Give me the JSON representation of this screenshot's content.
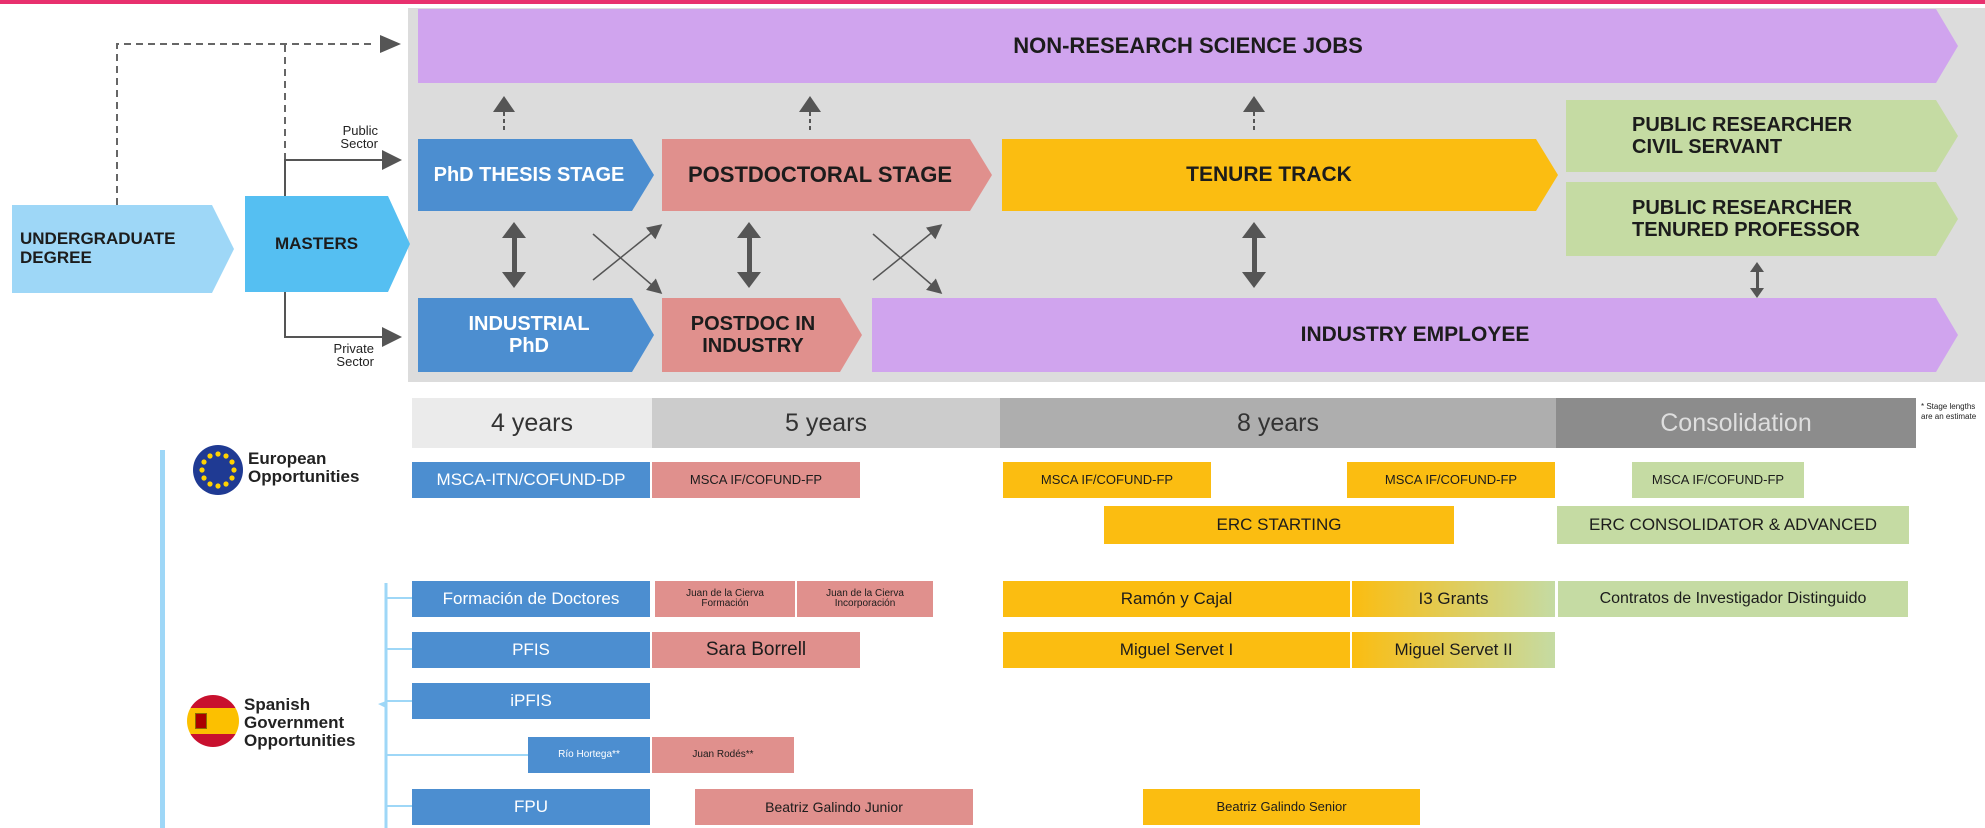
{
  "flow": {
    "undergraduate": "UNDERGRADUATE DEGREE",
    "masters": "MASTERS",
    "public_sector": "Public Sector",
    "private_sector": "Private Sector",
    "non_research": "NON-RESEARCH SCIENCE JOBS",
    "phd_thesis": "PhD THESIS STAGE",
    "postdoctoral": "POSTDOCTORAL STAGE",
    "tenure_track": "TENURE TRACK",
    "public_civil": "PUBLIC RESEARCHER CIVIL SERVANT",
    "public_tenured": "PUBLIC RESEARCHER TENURED PROFESSOR",
    "industrial_phd": "INDUSTRIAL PhD",
    "postdoc_industry": "POSTDOC IN INDUSTRY",
    "industry_employee": "INDUSTRY EMPLOYEE"
  },
  "durations": [
    "4 years",
    "5 years",
    "8 years",
    "Consolidation"
  ],
  "note": "* Stage lengths are an estimate",
  "european": {
    "label": "European Opportunities",
    "icon": "eu-flag-icon",
    "items": [
      "MSCA-ITN/COFUND-DP",
      "MSCA IF/COFUND-FP",
      "MSCA IF/COFUND-FP",
      "MSCA IF/COFUND-FP",
      "MSCA IF/COFUND-FP",
      "ERC STARTING",
      "ERC CONSOLIDATOR & ADVANCED"
    ]
  },
  "spanish": {
    "label": "Spanish Government Opportunities",
    "icon": "spain-flag-icon",
    "items": [
      "Formación de Doctores",
      "Juan de la Cierva Formación",
      "Juan de la Cierva Incorporación",
      "Ramón y Cajal",
      "I3 Grants",
      "Contratos de Investigador Distinguido",
      "PFIS",
      "Sara Borrell",
      "Miguel Servet I",
      "Miguel Servet II",
      "iPFIS",
      "Río Hortega**",
      "Juan Rodés**",
      "FPU",
      "Beatriz Galindo Junior",
      "Beatriz Galindo Senior"
    ]
  },
  "colors": {
    "purple": "#d0a4ee",
    "blue": "#4c8ed0",
    "pink": "#e0908d",
    "yellow": "#fbbd11",
    "green": "#c5dba3",
    "accent": "#e8306e"
  }
}
